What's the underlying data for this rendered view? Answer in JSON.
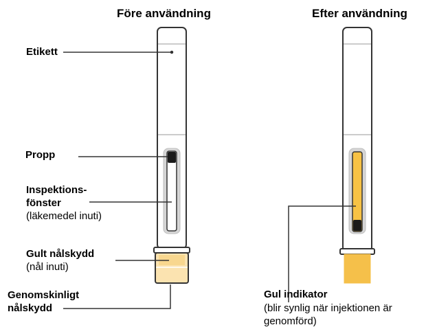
{
  "left_pen": {
    "title": "Före användning",
    "labels": {
      "etikett": "Etikett",
      "propp": "Propp",
      "inspektion_line1": "Inspektions-",
      "inspektion_line2": "fönster",
      "inspektion_note": "(läkemedel inuti)",
      "gult_skydd": "Gult nålskydd",
      "gult_skydd_note": "(nål inuti)",
      "genomskinligt_line1": "Genomskinligt",
      "genomskinligt_line2": "nålskydd"
    }
  },
  "right_pen": {
    "title": "Efter användning",
    "labels": {
      "gul_indikator": "Gul indikator",
      "note_line1": "(blir synlig när injektionen är",
      "note_line2": "genomförd)"
    }
  },
  "colors": {
    "outline": "#333333",
    "pen_body": "#ffffff",
    "window_gray": "#d6d6d6",
    "cap_light_yellow": "#fbe3b0",
    "yellow_indicator": "#f7c244",
    "yellow_shield": "#f5c04a",
    "stopper_dark": "#1a1a1a"
  }
}
